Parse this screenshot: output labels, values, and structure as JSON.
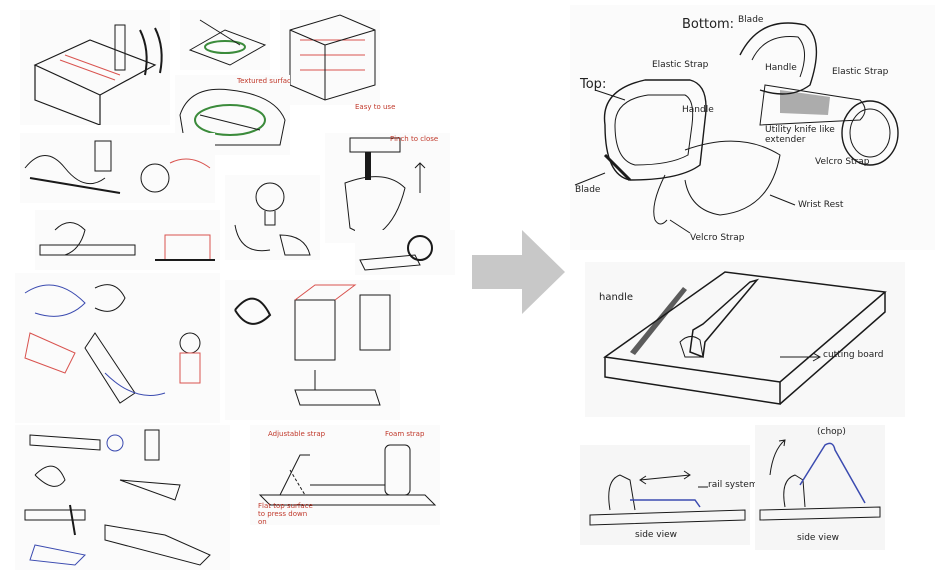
{
  "colors": {
    "ink": "#1a1a1a",
    "red_pencil": "#d9534f",
    "blue_pencil": "#3b4bb0",
    "arrow": "#c8c8c8"
  },
  "top_diagram": {
    "title_top": "Top:",
    "title_bottom": "Bottom:",
    "labels": {
      "blade_top": "Blade",
      "elastic_strap_left": "Elastic Strap",
      "handle_left": "Handle",
      "handle_right": "Handle",
      "elastic_strap_right": "Elastic Strap",
      "utility_knife": "Utility knife like extender",
      "velcro_strap_right": "Velcro Strap",
      "blade_left": "Blade",
      "wrist_rest": "Wrist Rest",
      "velcro_strap_bottom": "Velcro Strap"
    }
  },
  "board_diagram": {
    "labels": {
      "handle": "handle",
      "cutting_board": "cutting board"
    }
  },
  "side_views": {
    "left_label": "side view",
    "rail_label": "rail system",
    "right_label": "side view",
    "chop_label": "(chop)"
  },
  "left_sheet": {
    "notes": {
      "n1": "Pinch to close",
      "n2": "Textured surface",
      "n3": "Adjustable strap",
      "n4": "Easy to use",
      "n5": "Flat top surface to press down on",
      "n6": "Foam strap"
    }
  }
}
